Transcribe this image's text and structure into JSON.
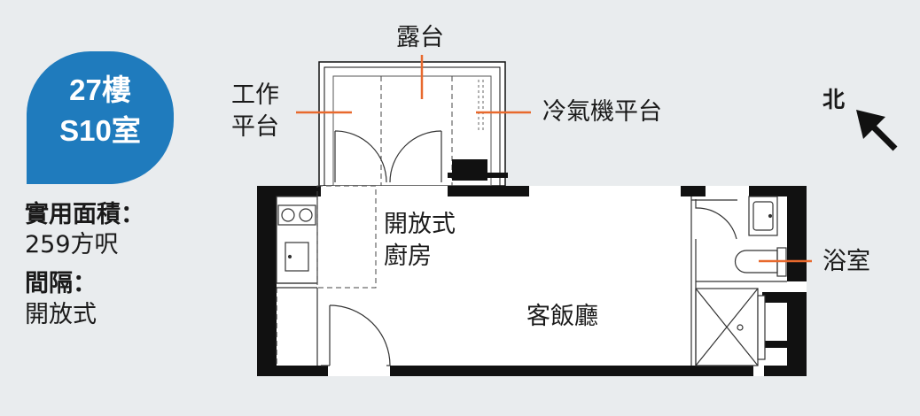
{
  "unit": {
    "floor": "27樓",
    "room": "S10室"
  },
  "info": {
    "area_label": "實用面積：",
    "area_value": "259方呎",
    "layout_label": "間隔：",
    "layout_value": "開放式"
  },
  "rooms": {
    "balcony": "露台",
    "work_platform_1": "工作",
    "work_platform_2": "平台",
    "ac_platform": "冷氣機平台",
    "kitchen_1": "開放式",
    "kitchen_2": "廚房",
    "living": "客飯廳",
    "bathroom": "浴室"
  },
  "north_label": "北",
  "colors": {
    "badge": "#1f7bbd",
    "background": "#e9ecee",
    "leader": "#e8692d",
    "wall": "#111111",
    "floor": "#ffffff"
  }
}
